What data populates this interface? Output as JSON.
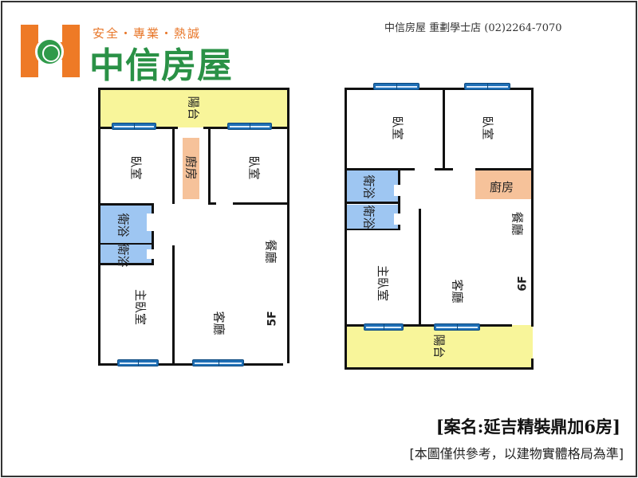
{
  "header": {
    "slogan": "安全・專業・熱誠",
    "brand": "中信房屋",
    "store_info": "中信房屋 重劃學士店 (02)2264-7070"
  },
  "plan_5f": {
    "floor": "5F",
    "rooms": {
      "balcony": "陽台",
      "bedroom_left": "臥室",
      "kitchen": "廚房",
      "bedroom_right": "臥室",
      "bath1": "衛浴",
      "bath2": "衛浴",
      "dining": "餐廳",
      "master": "主臥室",
      "living": "客廳"
    }
  },
  "plan_6f": {
    "floor": "6F",
    "rooms": {
      "bedroom_left": "臥室",
      "bedroom_right": "臥室",
      "bath1": "衛浴",
      "bath2": "衛浴",
      "kitchen": "廚房",
      "dining": "餐廳",
      "master": "主臥室",
      "living": "客廳",
      "balcony": "陽台"
    }
  },
  "footer": {
    "case_name": "[案名:延吉精裝鼎加6房]",
    "disclaimer": "[本圖僅供參考，以建物實體格局為準]"
  },
  "colors": {
    "balcony": "#f8f59a",
    "bath": "#9ec6f2",
    "kitchen": "#f6c29a",
    "window": "#1f6fb5",
    "brand": "#2a9146",
    "logo": "#ee7a26"
  }
}
